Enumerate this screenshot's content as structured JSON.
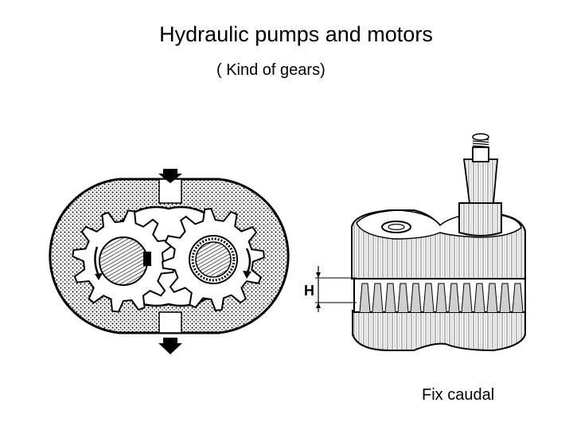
{
  "slide": {
    "title": "Hydraulic pumps and motors",
    "subtitle": "( Kind of gears)",
    "caption": "Fix caudal"
  },
  "diagram": {
    "dimension_label": "H",
    "colors": {
      "ink": "#000000",
      "paper": "#ffffff",
      "stipple": "#000000"
    }
  }
}
